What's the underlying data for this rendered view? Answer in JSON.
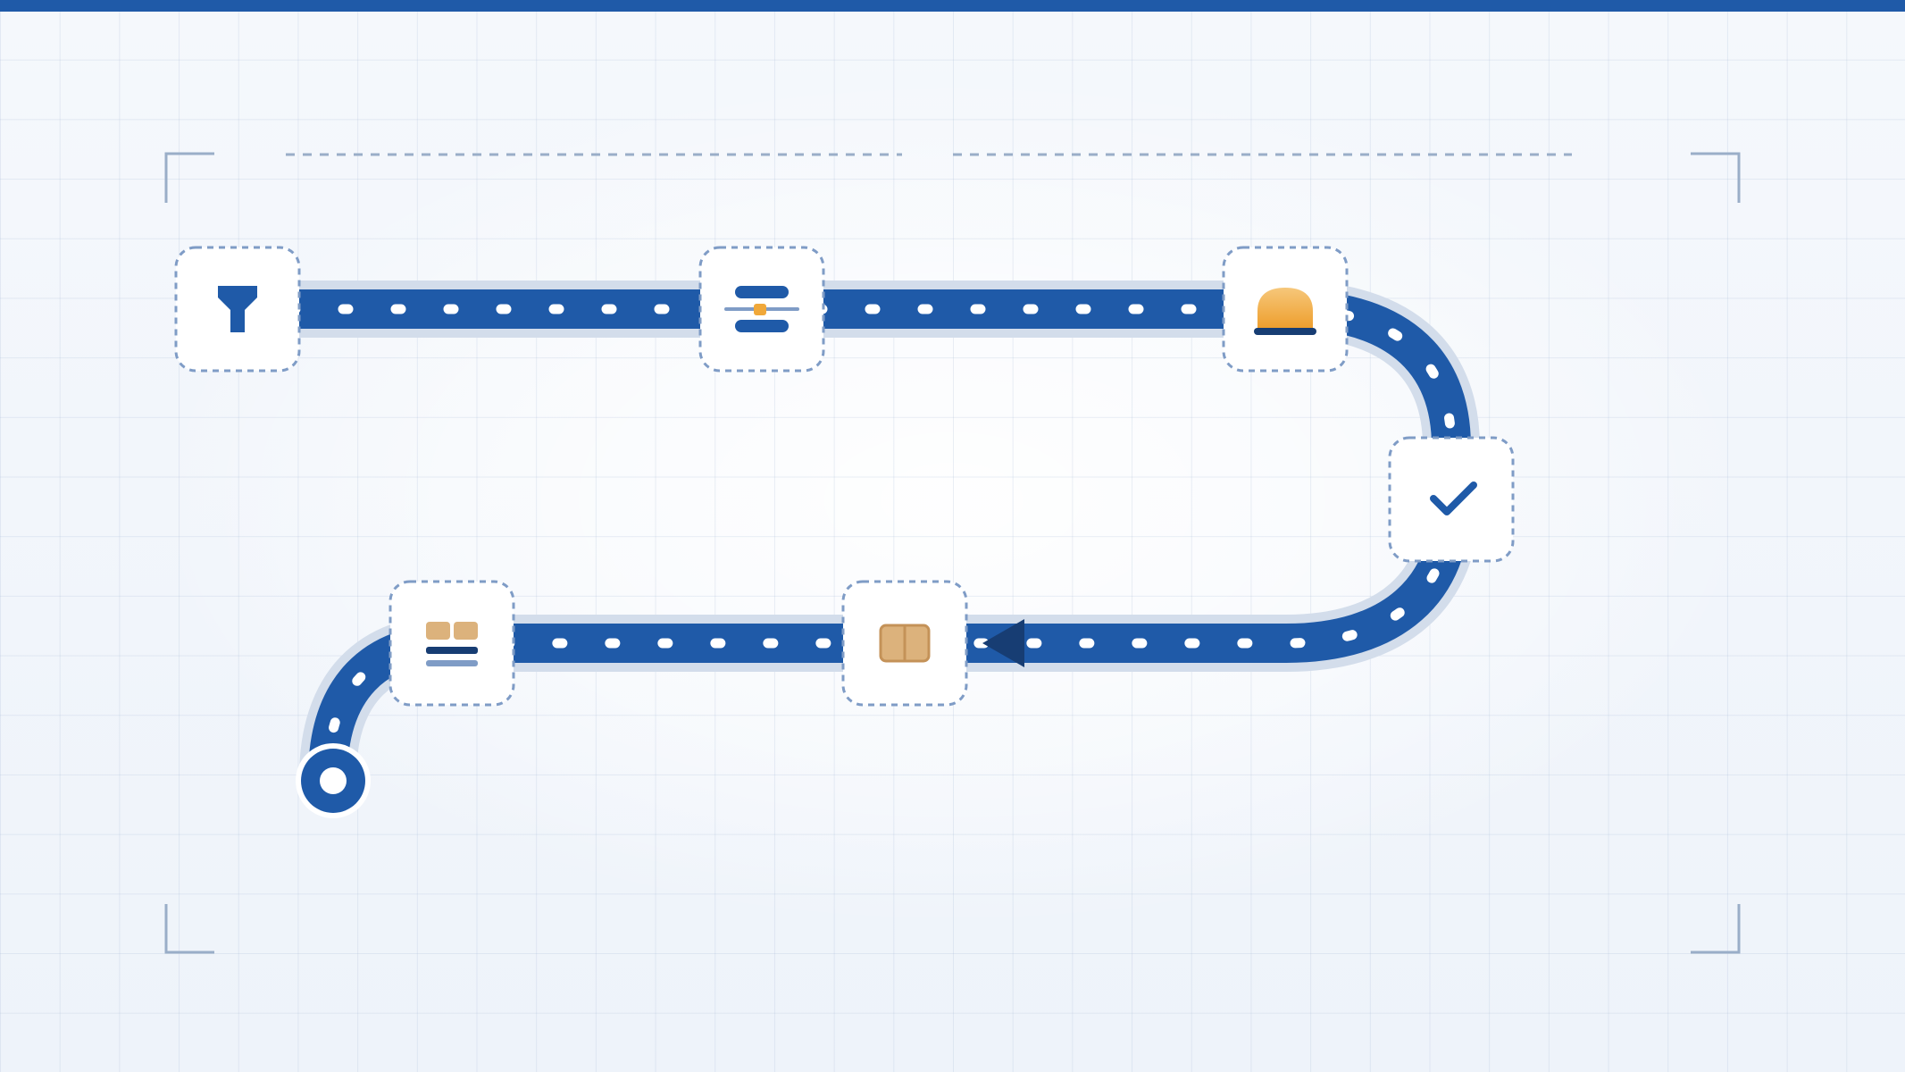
{
  "diagram": {
    "type": "winding-process-road",
    "colors": {
      "road": "#1f5aa8",
      "road_halo": "#d3ddeb",
      "lane_dash": "#ffffff",
      "node_border": "#7f9cc6",
      "node_fill": "#ffffff",
      "accent_orange": "#f0a83a",
      "accent_tan": "#dcb27c",
      "dark_navy": "#173d73",
      "frame": "#9aaec8",
      "top_bar": "#1f5aa8"
    },
    "nodes": [
      {
        "id": "filter",
        "icon": "funnel-icon"
      },
      {
        "id": "adjust",
        "icon": "sliders-icon"
      },
      {
        "id": "alert",
        "icon": "dome-alarm-icon"
      },
      {
        "id": "check",
        "icon": "checkmark-icon"
      },
      {
        "id": "package",
        "icon": "box-icon"
      },
      {
        "id": "layout",
        "icon": "dashboard-layout-icon"
      }
    ],
    "end_marker": {
      "icon": "target-circle-icon"
    },
    "direction_marker": {
      "icon": "arrowhead-left-icon"
    }
  }
}
